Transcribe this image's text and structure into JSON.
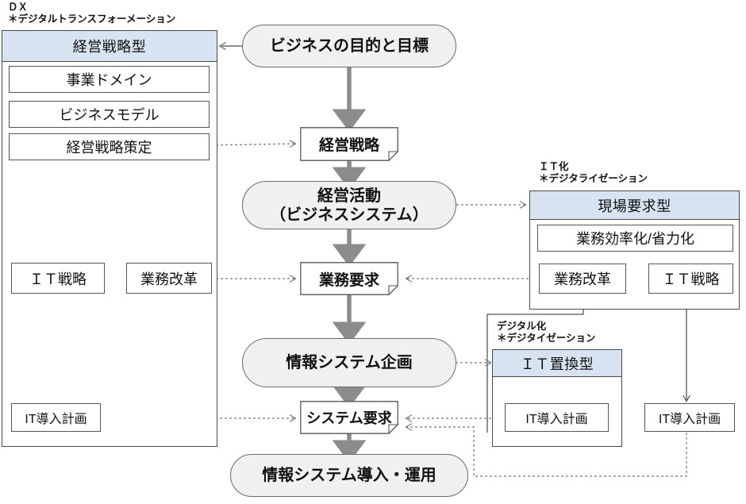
{
  "diagram": {
    "title": "DX / IT / Digitization positioning flow",
    "colors": {
      "panel_header_fill": "#d7e3f1",
      "panel_border": "#4a4a4a",
      "box_border": "#555555",
      "stadium_fill": "#f0f0f0",
      "stadium_border": "#6b6b6b",
      "thick_arrow": "#8c8c8c",
      "thin_arrow": "#555555",
      "dashed_arrow": "#777777",
      "background": "#ffffff"
    }
  },
  "captions": {
    "dx": "ＤＸ\n＊デジタルトランスフォーメーション",
    "itka": "ＩＴ化\n＊デジタライゼーション",
    "digital": "デジタル化\n＊デジタイゼーション"
  },
  "panels": {
    "dx": {
      "header": "経営戦略型",
      "items": [
        {
          "label": "事業ドメイン"
        },
        {
          "label": "ビジネスモデル"
        },
        {
          "label": "経営戦略策定"
        },
        {
          "label": "ＩＴ戦略"
        },
        {
          "label": "業務改革"
        },
        {
          "label": "IT導入計画"
        }
      ]
    },
    "itka": {
      "header": "現場要求型",
      "items": [
        {
          "label": "業務効率化/省力化"
        },
        {
          "label": "業務改革"
        },
        {
          "label": "ＩＴ戦略"
        },
        {
          "label": "IT導入計画"
        }
      ]
    },
    "digital": {
      "header": "ＩＴ置換型",
      "items": [
        {
          "label": "IT導入計画"
        }
      ]
    }
  },
  "spine": {
    "nodes": [
      {
        "label": "ビジネスの目的と目標",
        "shape": "stadium"
      },
      {
        "label": "経営戦略",
        "shape": "document"
      },
      {
        "label": "経営活動\n（ビジネスシステム）",
        "shape": "stadium"
      },
      {
        "label": "業務要求",
        "shape": "document"
      },
      {
        "label": "情報システム企画",
        "shape": "stadium"
      },
      {
        "label": "システム要求",
        "shape": "document"
      },
      {
        "label": "情報システム導入・運用",
        "shape": "stadium"
      }
    ],
    "node_0": "ビジネスの目的と目標",
    "node_1": "経営戦略",
    "node_2_line1": "経営活動",
    "node_2_line2": "（ビジネスシステム）",
    "node_3": "業務要求",
    "node_4": "情報システム企画",
    "node_5": "システム要求",
    "node_6": "情報システム導入・運用"
  }
}
